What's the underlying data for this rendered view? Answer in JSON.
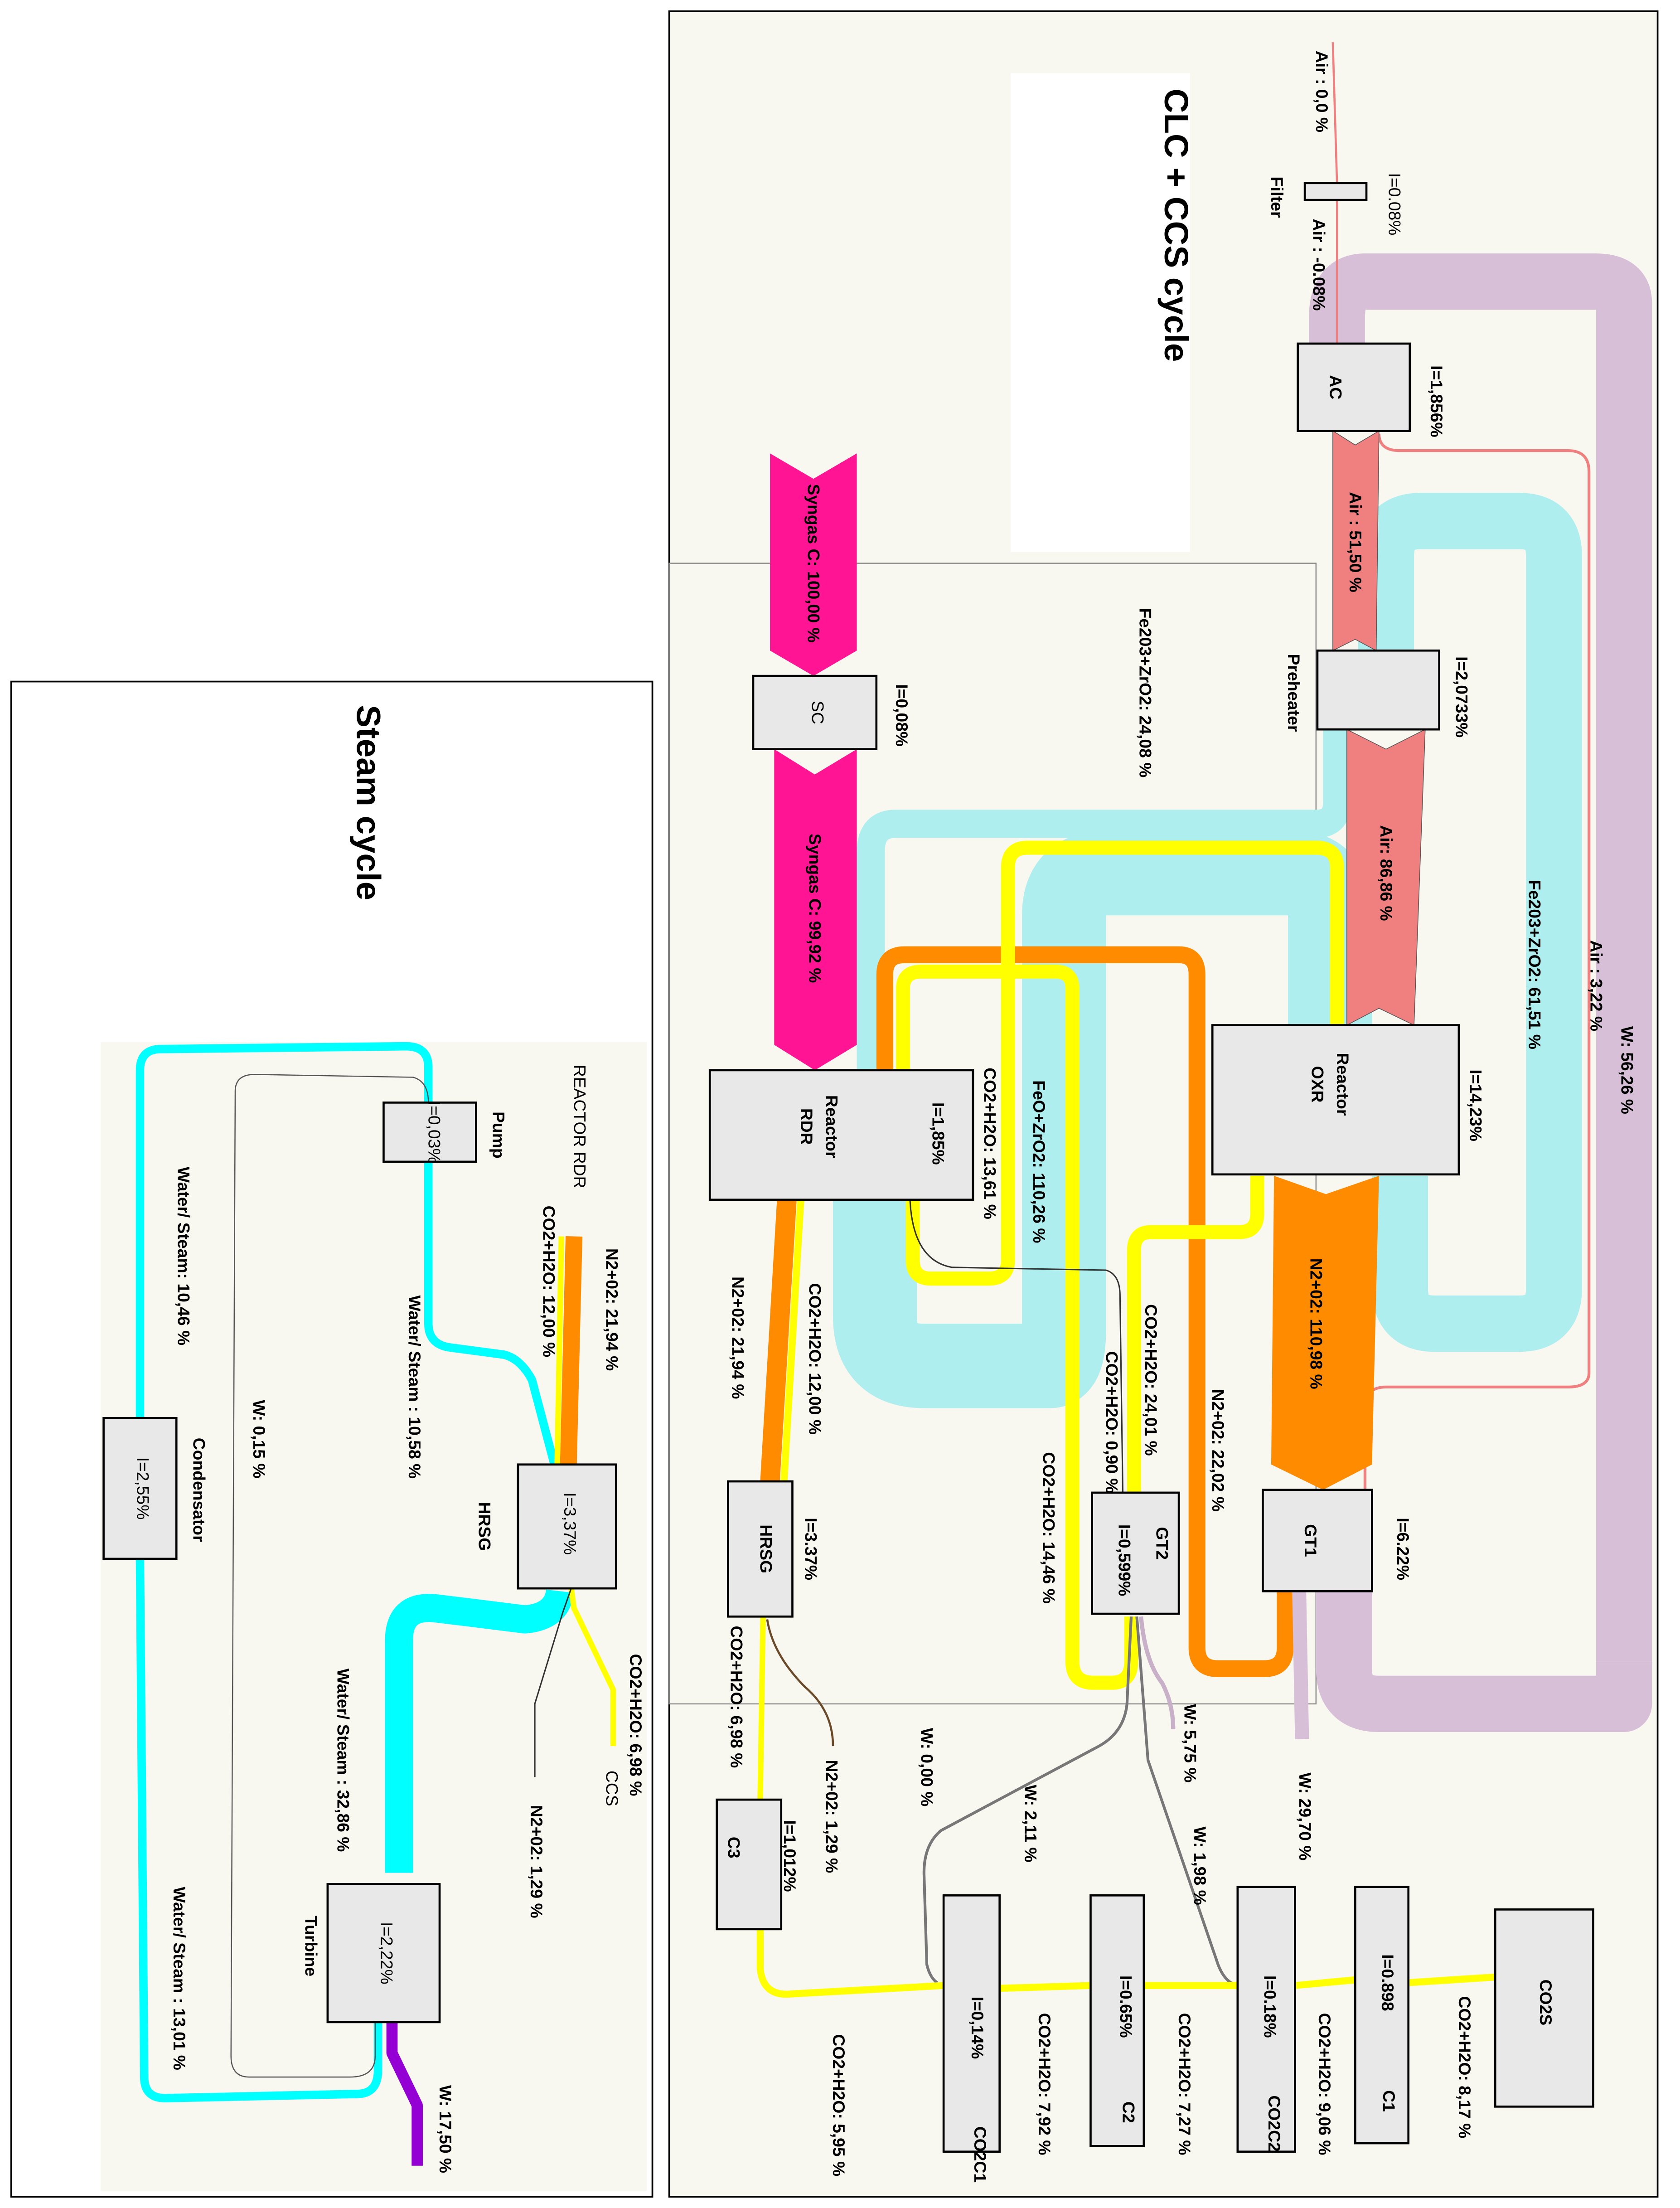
{
  "clc": {
    "title": "CLC + CCS cycle",
    "nodes": {
      "filter": {
        "label": "Filter",
        "irr": "I=0.08%"
      },
      "ac": {
        "label": "AC",
        "irr": "I=1,856%"
      },
      "preheater": {
        "label": "Preheater",
        "irr": "I=2,0733%"
      },
      "sc": {
        "label": "SC",
        "irr": "I=0,08%"
      },
      "rdr": {
        "label1": "Reactor",
        "label2": "RDR",
        "irr": "I=1,85%"
      },
      "oxr": {
        "label1": "Reactor",
        "label2": "OXR",
        "irr": "I=14,23%"
      },
      "gt1": {
        "label": "GT1",
        "irr": "I=6.22%"
      },
      "gt2": {
        "label": "GT2",
        "irr": "I=0,599%"
      },
      "hrsg": {
        "label": "HRSG",
        "irr": "I=3.37%"
      },
      "c3": {
        "label": "C3",
        "irr": "I=1,012%"
      },
      "co2c1": {
        "label": "CO2C1",
        "irr": "I=0,14%"
      },
      "c2": {
        "label": "C2",
        "irr": "I=0.65%"
      },
      "co2c2": {
        "label": "CO2C2",
        "irr": "I=0.18%"
      },
      "c1": {
        "label": "C1",
        "irr": "I=0.898"
      },
      "co2s": {
        "label": "CO2S"
      }
    },
    "flows": {
      "air_in": "Air : 0,0 %",
      "air_filter": "Air : -0.08%",
      "air_ac": "Air : 51,50 %",
      "air_pre": "Air: 86,86 %",
      "air_bypass": "Air : 3,22 %",
      "syngas_in": "Syngas C: 100,00 %",
      "syngas_sc": "Syngas C: 99,92 %",
      "fe_2408": "Fe203+ZrO2: 24,08 %",
      "fe_6151": "Fe203+ZrO2: 61,51 %",
      "feo": "FeO+ZrO2: 110,26 %",
      "co2_1361": "CO2+H2O: 13,61 %",
      "co2_1446": "CO2+H2O: 14,46 %",
      "co2_2401": "CO2+H2O: 24,01 %",
      "co2_090": "CO2+H2O: 0,90 %",
      "co2_1200": "CO2+H2O: 12,00 %",
      "n2_2194": "N2+02: 21,94 %",
      "n2_2202": "N2+02: 22,02 %",
      "n2_11098": "N2+02: 110,98 %",
      "co2_698": "CO2+H2O: 6,98 %",
      "n2_129": "N2+02: 1,29 %",
      "w_5626": "W: 56,26 %",
      "w_2970": "W: 29,70 %",
      "w_575": "W: 5,75 %",
      "w_211": "W: 2,11 %",
      "w_198": "W: 1,98 %",
      "w_000": "W: 0,00 %",
      "co2_595": "CO2+H2O: 5,95 %",
      "co2_792": "CO2+H2O: 7,92 %",
      "co2_727": "CO2+H2O: 7,27 %",
      "co2_906": "CO2+H2O: 9,06 %",
      "co2_817": "CO2+H2O: 8,17 %"
    }
  },
  "steam": {
    "title": "Steam cycle",
    "nodes": {
      "pump": {
        "label": "Pump",
        "irr": "I=0,03%"
      },
      "condensator": {
        "label": "Condensator",
        "irr": "I=2,55%"
      },
      "hrsg": {
        "label": "HRSG",
        "irr": "I=3,37%"
      },
      "turbine": {
        "label": "Turbine",
        "irr": "I=2,22%"
      }
    },
    "flows": {
      "reactor_rdr": "REACTOR RDR",
      "n2_in": "N2+02: 21,94 %",
      "co2_in": "CO2+H2O: 12,00 %",
      "ws_1058": "Water/ Steam : 10,58 %",
      "ws_3286": "Water/ Steam : 32,86 %",
      "ws_1301": "Water/ Steam : 13,01 %",
      "ws_1046": "Water/ Steam: 10,46 %",
      "w_015": "W: 0,15 %",
      "w_1750": "W: 17,50 %",
      "co2_out": "CO2+H2O: 6,98 %",
      "ccs": "CCS",
      "n2_out": "N2+02: 1,29 %"
    }
  },
  "colors": {
    "air": "#f08080",
    "syngas": "#ff1493",
    "oxide": "#aeeeee",
    "co2": "#ffff00",
    "n2": "#ff8c00",
    "work": "#d8bfd8",
    "water": "#00ffff",
    "work_steam": "#9400d3",
    "panel": "#f8f7f0"
  }
}
